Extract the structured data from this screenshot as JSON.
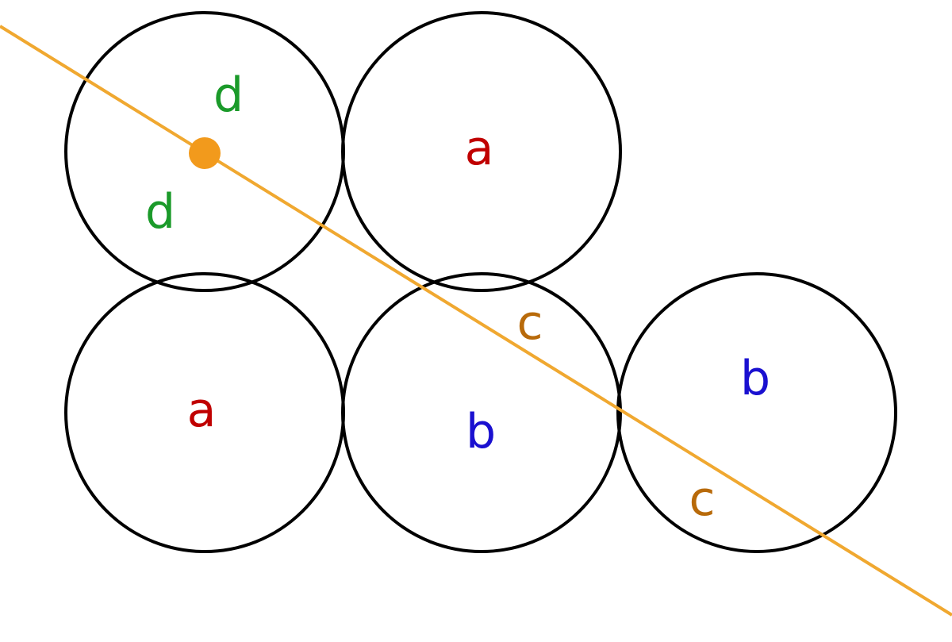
{
  "colors": {
    "region_a": "#c00000",
    "region_b": "#1a10d0",
    "region_c": "#b86a0a",
    "region_d": "#1b9a2a",
    "cut_line": "#f0a830",
    "point": "#f29a1c",
    "circle_stroke": "#000000"
  },
  "labels": {
    "d_upper": "d",
    "d_lower": "d",
    "a_top": "a",
    "a_bottom": "a",
    "b_middle": "b",
    "b_right": "b",
    "c_middle": "c",
    "c_right": "c"
  }
}
